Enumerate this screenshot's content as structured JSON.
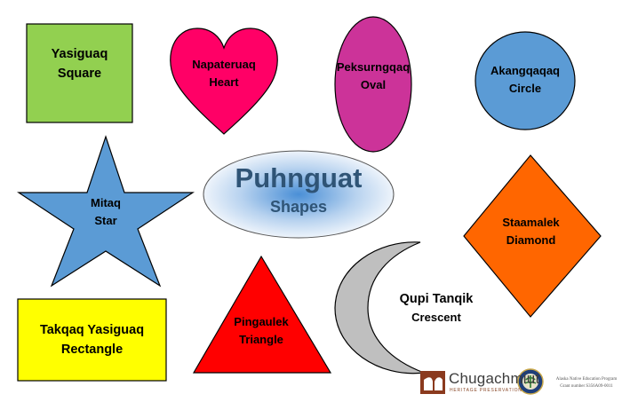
{
  "title": {
    "main": "Puhnguat",
    "sub": "Shapes"
  },
  "shapes": {
    "square": {
      "native": "Yasiguaq",
      "english": "Square",
      "color": "#92d050"
    },
    "heart": {
      "native": "Napateruaq",
      "english": "Heart",
      "color": "#ff0066"
    },
    "oval": {
      "native": "Peksurngqaq",
      "english": "Oval",
      "color": "#cc3399"
    },
    "circle": {
      "native": "Akangqaqaq",
      "english": "Circle",
      "color": "#5b9bd5"
    },
    "star": {
      "native": "Mitaq",
      "english": "Star",
      "color": "#5b9bd5"
    },
    "diamond": {
      "native": "Staamalek",
      "english": "Diamond",
      "color": "#ff6600"
    },
    "crescent": {
      "native": "Qupi Tanqik",
      "english": "Crescent",
      "color": "#bfbfbf"
    },
    "triangle": {
      "native": "Pingaulek",
      "english": "Triangle",
      "color": "#ff0000"
    },
    "rectangle": {
      "native": "Takqaq Yasiguaq",
      "english": "Rectangle",
      "color": "#ffff00"
    }
  },
  "footer": {
    "brand": "Chugachmiut",
    "brand_sub": "HERITAGE PRESERVATION",
    "note_line1": "Alaska Native Education Program",
    "note_line2": "Grant number S356A09-0011"
  }
}
